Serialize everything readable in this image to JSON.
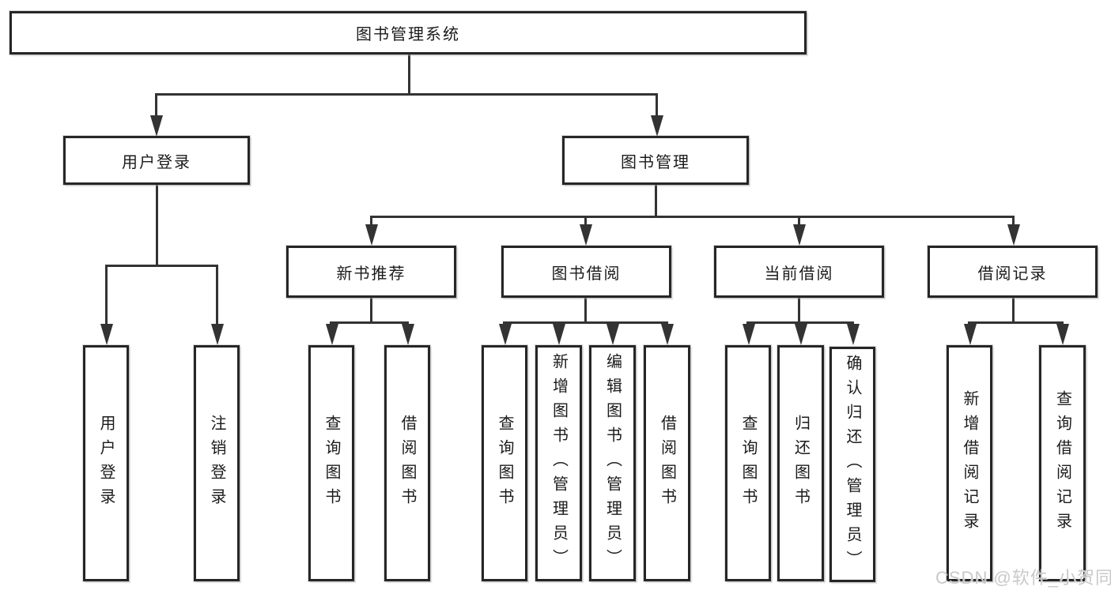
{
  "diagram": {
    "title": "图书管理系统",
    "root": {
      "label": "图书管理系统"
    },
    "level2": [
      {
        "label": "用户登录"
      },
      {
        "label": "图书管理"
      }
    ],
    "level3": [
      {
        "label": "新书推荐",
        "parent": "图书管理"
      },
      {
        "label": "图书借阅",
        "parent": "图书管理"
      },
      {
        "label": "当前借阅",
        "parent": "图书管理"
      },
      {
        "label": "借阅记录",
        "parent": "图书管理"
      }
    ],
    "level4": [
      {
        "label": "用户登录",
        "parent": "用户登录"
      },
      {
        "label": "注销登录",
        "parent": "用户登录"
      },
      {
        "label": "查询图书",
        "parent": "新书推荐"
      },
      {
        "label": "借阅图书",
        "parent": "新书推荐"
      },
      {
        "label": "查询图书",
        "parent": "图书借阅"
      },
      {
        "label": "新增图书（管理员）",
        "parent": "图书借阅"
      },
      {
        "label": "编辑图书（管理员）",
        "parent": "图书借阅"
      },
      {
        "label": "借阅图书",
        "parent": "图书借阅"
      },
      {
        "label": "查询图书",
        "parent": "当前借阅"
      },
      {
        "label": "归还图书",
        "parent": "当前借阅"
      },
      {
        "label": "确认归还（管理员）",
        "parent": "当前借阅"
      },
      {
        "label": "新增借阅记录",
        "parent": "借阅记录"
      },
      {
        "label": "查询借阅记录",
        "parent": "借阅记录"
      }
    ]
  },
  "watermark": {
    "text": "CSDN @软件_小贺同学"
  },
  "colors": {
    "background": "#ffffff",
    "line": "#333333",
    "box_border": "#262626",
    "text": "#1b1b1b",
    "watermark": "#c9c9c9"
  }
}
